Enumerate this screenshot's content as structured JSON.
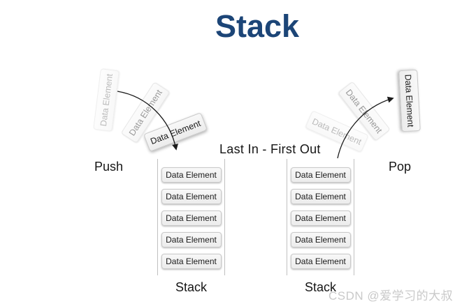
{
  "title": "Stack",
  "subtitle": "Last In - First Out",
  "push_label": "Push",
  "pop_label": "Pop",
  "left_stack": {
    "label": "Stack",
    "items": [
      "Data Element",
      "Data Element",
      "Data Element",
      "Data Element",
      "Data Element"
    ]
  },
  "right_stack": {
    "label": "Stack",
    "items": [
      "Data Element",
      "Data Element",
      "Data Element",
      "Data Element",
      "Data Element"
    ]
  },
  "push_ghosts": [
    "Data Element",
    "Data Element",
    "Data Element"
  ],
  "pop_ghosts": [
    "Data Element",
    "Data Element",
    "Data Element"
  ],
  "watermark": "CSDN @爱学习的大叔",
  "icons": {
    "push_arrow": "curved-arrow-down-icon",
    "pop_arrow": "curved-arrow-up-right-icon"
  },
  "colors": {
    "title_blue": "#1c4577",
    "box_fill_top": "#f8f8f8",
    "box_fill_bottom": "#ececec",
    "box_border": "#c9c9c9",
    "stack_wall_gray": "#c0c0c0",
    "arrow_black": "#1a1a1a",
    "watermark_gray": "#c9c9c9",
    "background": "#ffffff"
  }
}
